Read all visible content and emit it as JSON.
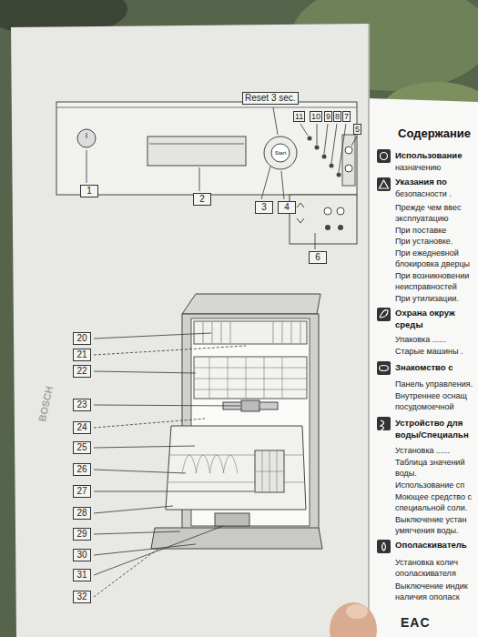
{
  "diagram": {
    "title": "Содержание",
    "labels": [
      "Reset 3 sec.",
      "1",
      "2",
      "3",
      "4",
      "Start",
      "11",
      "10",
      "9",
      "8",
      "7",
      "5",
      "6",
      "20",
      "21",
      "22",
      "23",
      "24",
      "25",
      "26",
      "27",
      "28",
      "29",
      "30",
      "31",
      "32",
      "BOSCH",
      "Использование",
      "назначению",
      "Указания по",
      "безопасности .",
      "Прежде чем ввес",
      "эксплуатацию",
      "При поставке",
      "При установке.",
      "При ежедневной",
      "блокировка дверцы",
      "При возникновении",
      "неисправностей",
      "При утилизации.",
      "Охрана окруж",
      "среды",
      "Упаковка ......",
      "Старые машины .",
      "Знакомство с",
      "Панель управления.",
      "Внутреннее оснащ",
      "посудомоечной",
      "Устройство для",
      "воды/Специальн",
      "Установка ......",
      "Таблица значений",
      "воды.",
      "Использование сп",
      "Моющее средство с",
      "специальной соли.",
      "Выключение устан",
      "умягчения воды.",
      "Ополаскиватель",
      "Установка колич",
      "ополаскивателя",
      "Выключение индик",
      "наличия ополаск",
      "EAC"
    ]
  }
}
